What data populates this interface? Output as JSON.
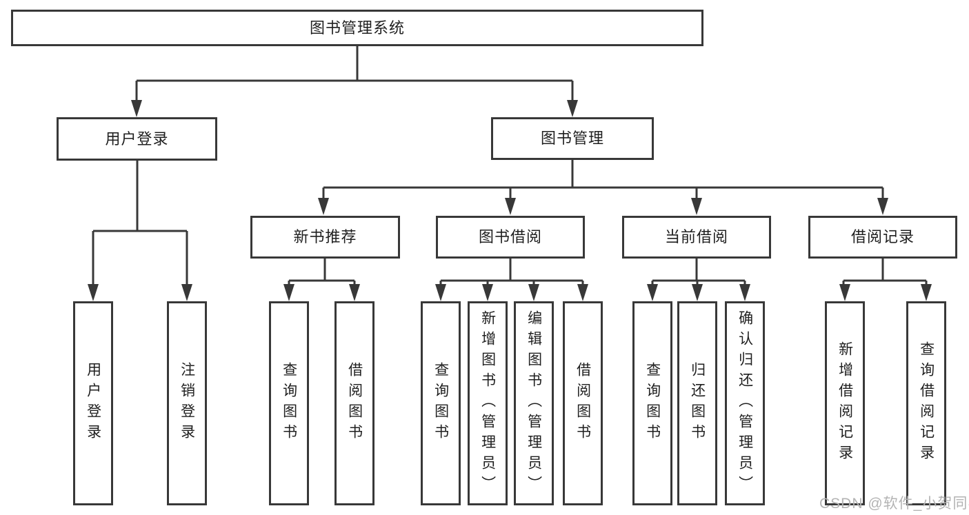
{
  "diagram": {
    "root": {
      "label": "图书管理系统"
    },
    "level2": [
      {
        "label": "用户登录"
      },
      {
        "label": "图书管理"
      }
    ],
    "level3": [
      {
        "label": "新书推荐"
      },
      {
        "label": "图书借阅"
      },
      {
        "label": "当前借阅"
      },
      {
        "label": "借阅记录"
      }
    ],
    "leaves": [
      {
        "label": "用户登录",
        "parent": "用户登录"
      },
      {
        "label": "注销登录",
        "parent": "用户登录"
      },
      {
        "label": "查询图书",
        "parent": "新书推荐"
      },
      {
        "label": "借阅图书",
        "parent": "新书推荐"
      },
      {
        "label": "查询图书",
        "parent": "图书借阅"
      },
      {
        "label": "新增图书（管理员）",
        "parent": "图书借阅"
      },
      {
        "label": "编辑图书（管理员）",
        "parent": "图书借阅"
      },
      {
        "label": "借阅图书",
        "parent": "图书借阅"
      },
      {
        "label": "查询图书",
        "parent": "当前借阅"
      },
      {
        "label": "归还图书",
        "parent": "当前借阅"
      },
      {
        "label": "确认归还（管理员）",
        "parent": "当前借阅"
      },
      {
        "label": "新增借阅记录",
        "parent": "借阅记录"
      },
      {
        "label": "查询借阅记录",
        "parent": "借阅记录"
      }
    ]
  },
  "watermark": {
    "text": "CSDN @软件_小贺同学"
  },
  "colors": {
    "line": "#383838",
    "box_border": "#383838",
    "text": "#1f1f1f",
    "watermark": "#b3b3b3",
    "background": "#ffffff"
  }
}
